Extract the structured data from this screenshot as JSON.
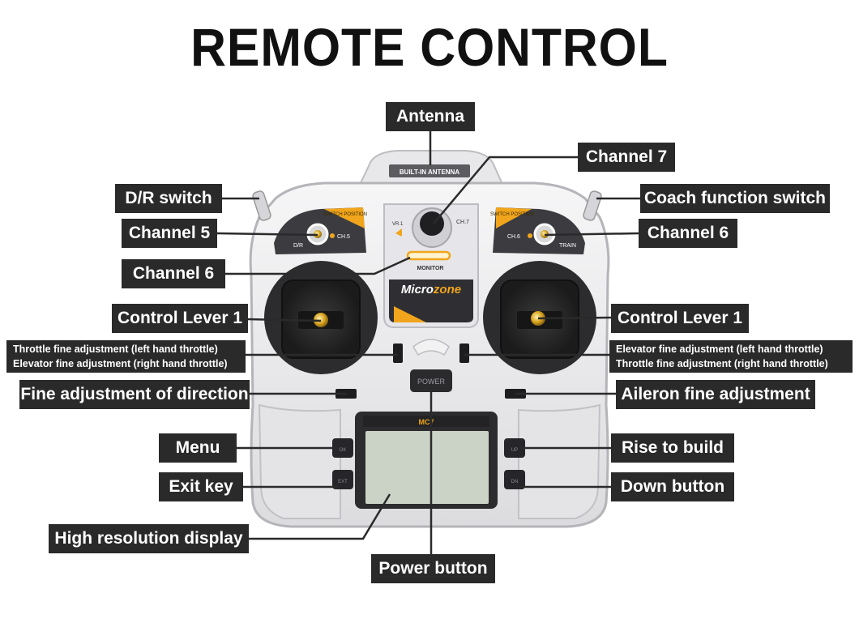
{
  "title": "REMOTE CONTROL",
  "device": {
    "antenna_plate": "BUILT-IN ANTENNA",
    "switch_position_left": "SWITCH POSITION",
    "switch_position_right": "SWITCH POSITION",
    "dr_label": "D/R",
    "ch5_label": "CH.5",
    "ch6_label": "CH.6",
    "train_label": "TRAIN",
    "ch7_label": "CH.7",
    "vr_label": "VR.1",
    "monitor_label": "MONITOR",
    "brand_prefix": "Micro",
    "brand_suffix": "zone",
    "power_key": "POWER",
    "screen_model": "MC7",
    "key_up": "UP",
    "key_dn": "DN",
    "key_ext": "EXT",
    "key_ok": "OK"
  },
  "labels": {
    "antenna": "Antenna",
    "channel7": "Channel 7",
    "dr_switch": "D/R switch",
    "coach_switch": "Coach function switch",
    "channel5": "Channel 5",
    "channel6_right": "Channel 6",
    "channel6_center": "Channel 6",
    "control_lever_left": "Control Lever 1",
    "control_lever_right": "Control Lever 1",
    "trim_left_line1": "Throttle fine adjustment (left hand throttle)",
    "trim_left_line2": "Elevator fine adjustment (right hand throttle)",
    "trim_right_line1": "Elevator fine adjustment (left hand throttle)",
    "trim_right_line2": "Throttle fine adjustment (right hand throttle)",
    "direction_trim": "Fine adjustment of direction",
    "aileron_trim": "Aileron fine adjustment",
    "menu": "Menu",
    "rise_to_build": "Rise to build",
    "exit_key": "Exit key",
    "down_button": "Down button",
    "display": "High resolution display",
    "power_button": "Power button"
  },
  "colors": {
    "label_bg": "#2a2a2a",
    "label_text": "#ffffff",
    "accent_orange": "#f0a51c",
    "body_white": "#efeff0",
    "screen_green": "#cbd2c6",
    "leader_line": "#2a2a2a"
  }
}
